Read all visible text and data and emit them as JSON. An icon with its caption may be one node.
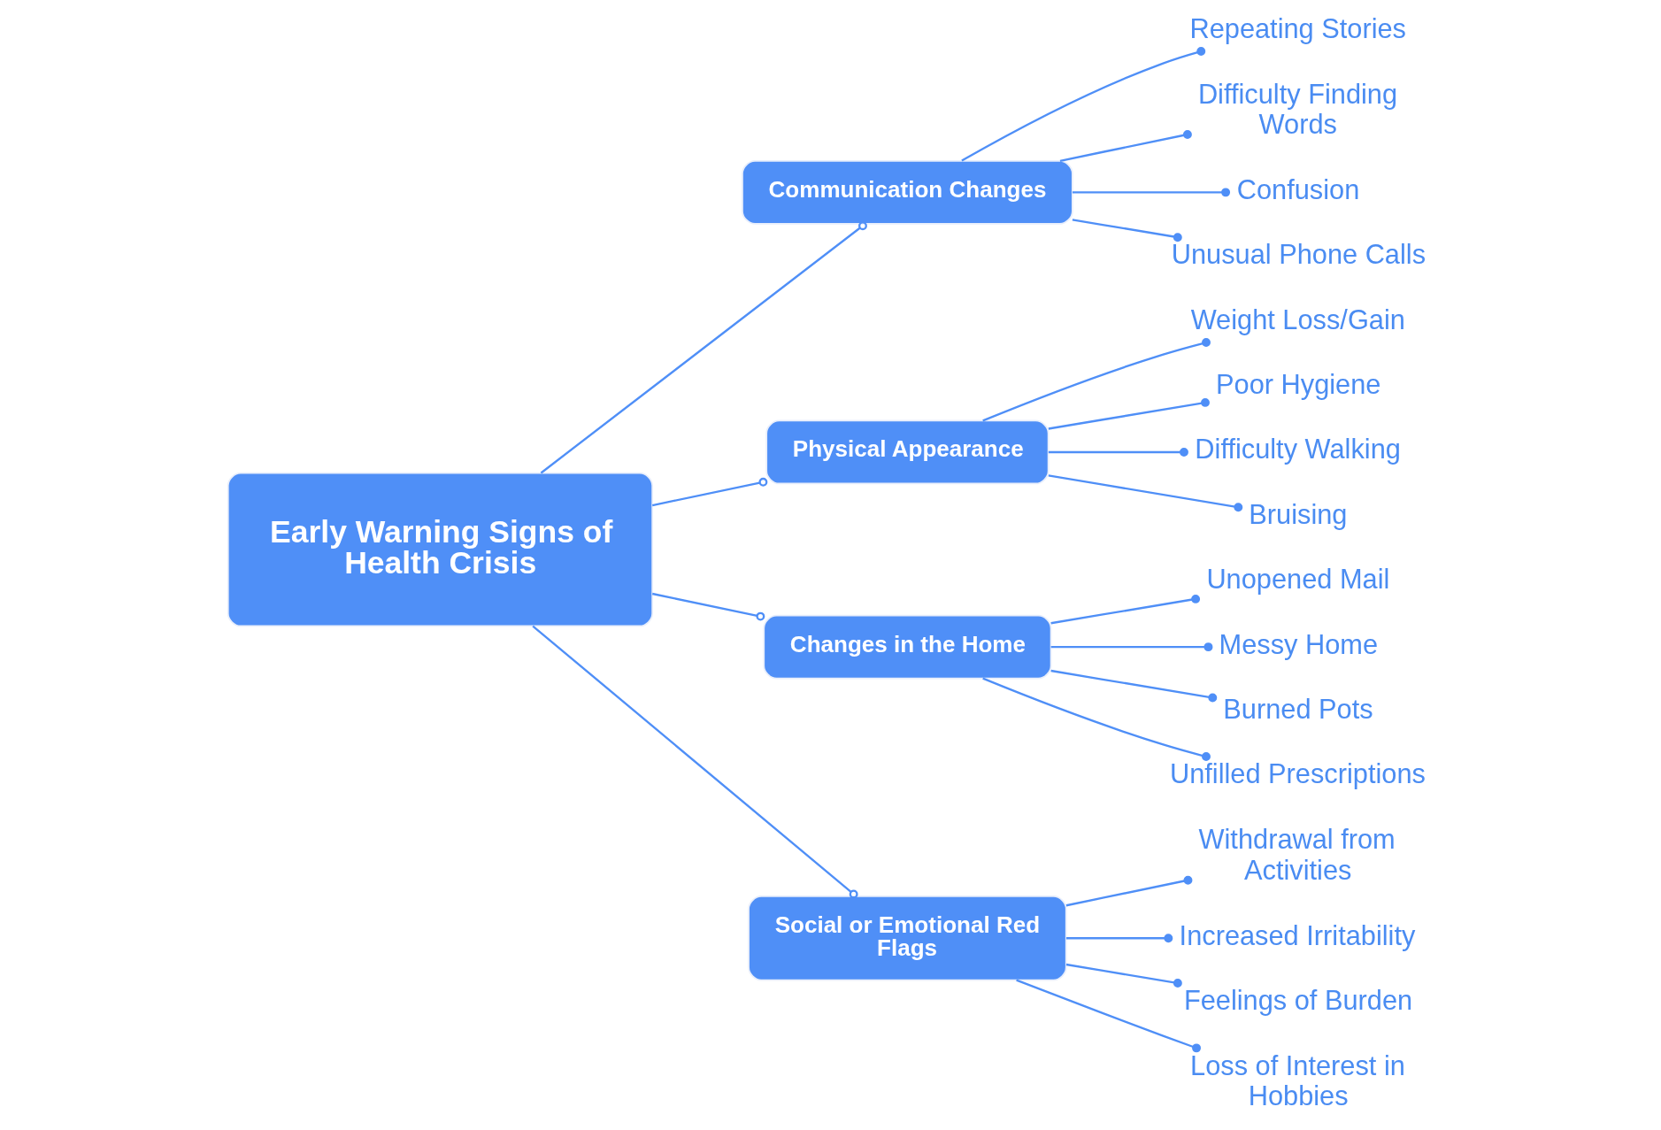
{
  "diagram": {
    "nodes": [
      {
        "text": [
          "Early Warning Signs of Health Crisis"
        ]
      },
      {
        "text": [
          "Communication Changes"
        ]
      },
      {
        "text": [
          "Repeating Stories"
        ]
      },
      {
        "text": [
          "Difficulty Finding Words"
        ]
      },
      {
        "text": [
          "Confusion"
        ]
      },
      {
        "text": [
          "Unusual Phone Calls"
        ]
      },
      {
        "text": [
          "Physical Appearance"
        ]
      },
      {
        "text": [
          "Weight Loss/Gain"
        ]
      },
      {
        "text": [
          "Poor Hygiene"
        ]
      },
      {
        "text": [
          "Difficulty Walking"
        ]
      },
      {
        "text": [
          "Bruising"
        ]
      },
      {
        "text": [
          "Changes in the Home"
        ]
      },
      {
        "text": [
          "Unopened Mail"
        ]
      },
      {
        "text": [
          "Messy Home"
        ]
      },
      {
        "text": [
          "Burned Pots"
        ]
      },
      {
        "text": [
          "Unfilled Prescriptions"
        ]
      },
      {
        "text": [
          "Social or Emotional Red Flags"
        ]
      },
      {
        "text": [
          "Withdrawal from Activities"
        ]
      },
      {
        "text": [
          "Increased Irritability"
        ]
      },
      {
        "text": [
          "Feelings of Burden"
        ]
      },
      {
        "text": [
          "Loss of Interest in Hobbies"
        ]
      }
    ],
    "edges": [
      {
        "from": 0,
        "to": 1,
        "arrow": "other"
      },
      {
        "from": 1,
        "to": 2,
        "arrow": "other"
      },
      {
        "from": 1,
        "to": 3,
        "arrow": "other"
      },
      {
        "from": 1,
        "to": 4,
        "arrow": "other"
      },
      {
        "from": 1,
        "to": 5,
        "arrow": "other"
      },
      {
        "from": 0,
        "to": 6,
        "arrow": "other"
      },
      {
        "from": 6,
        "to": 7,
        "arrow": "other"
      },
      {
        "from": 6,
        "to": 8,
        "arrow": "other"
      },
      {
        "from": 6,
        "to": 9,
        "arrow": "other"
      },
      {
        "from": 6,
        "to": 10,
        "arrow": "other"
      },
      {
        "from": 0,
        "to": 11,
        "arrow": "other"
      },
      {
        "from": 11,
        "to": 12,
        "arrow": "other"
      },
      {
        "from": 11,
        "to": 13,
        "arrow": "other"
      },
      {
        "from": 11,
        "to": 14,
        "arrow": "other"
      },
      {
        "from": 11,
        "to": 15,
        "arrow": "other"
      },
      {
        "from": 0,
        "to": 16,
        "arrow": "other"
      },
      {
        "from": 16,
        "to": 17,
        "arrow": "other"
      },
      {
        "from": 16,
        "to": 18,
        "arrow": "other"
      },
      {
        "from": 16,
        "to": 19,
        "arrow": "other"
      },
      {
        "from": 16,
        "to": 20,
        "arrow": "other"
      }
    ]
  }
}
